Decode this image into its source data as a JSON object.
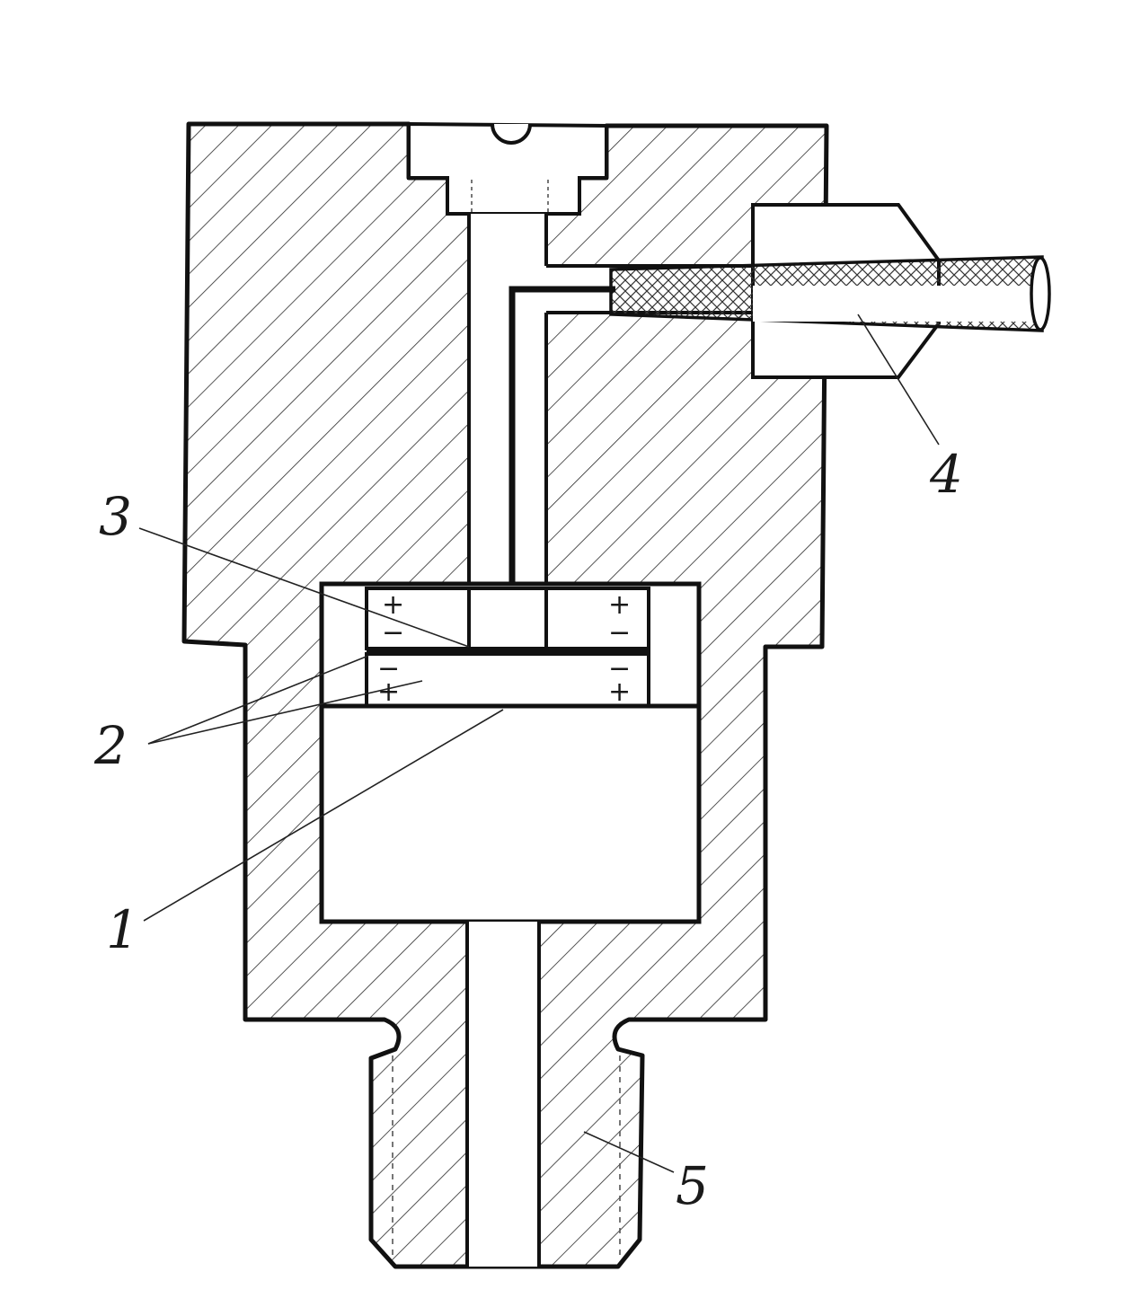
{
  "diagram": {
    "labels": {
      "part_1": "1",
      "part_2": "2",
      "part_3": "3",
      "part_4": "4",
      "part_5": "5"
    },
    "polarity": {
      "upper_left_top": "+",
      "upper_left_bottom": "−",
      "upper_right_top": "+",
      "upper_right_bottom": "−",
      "lower_left_top": "−",
      "lower_left_bottom": "+",
      "lower_right_top": "−",
      "lower_right_bottom": "+"
    }
  }
}
